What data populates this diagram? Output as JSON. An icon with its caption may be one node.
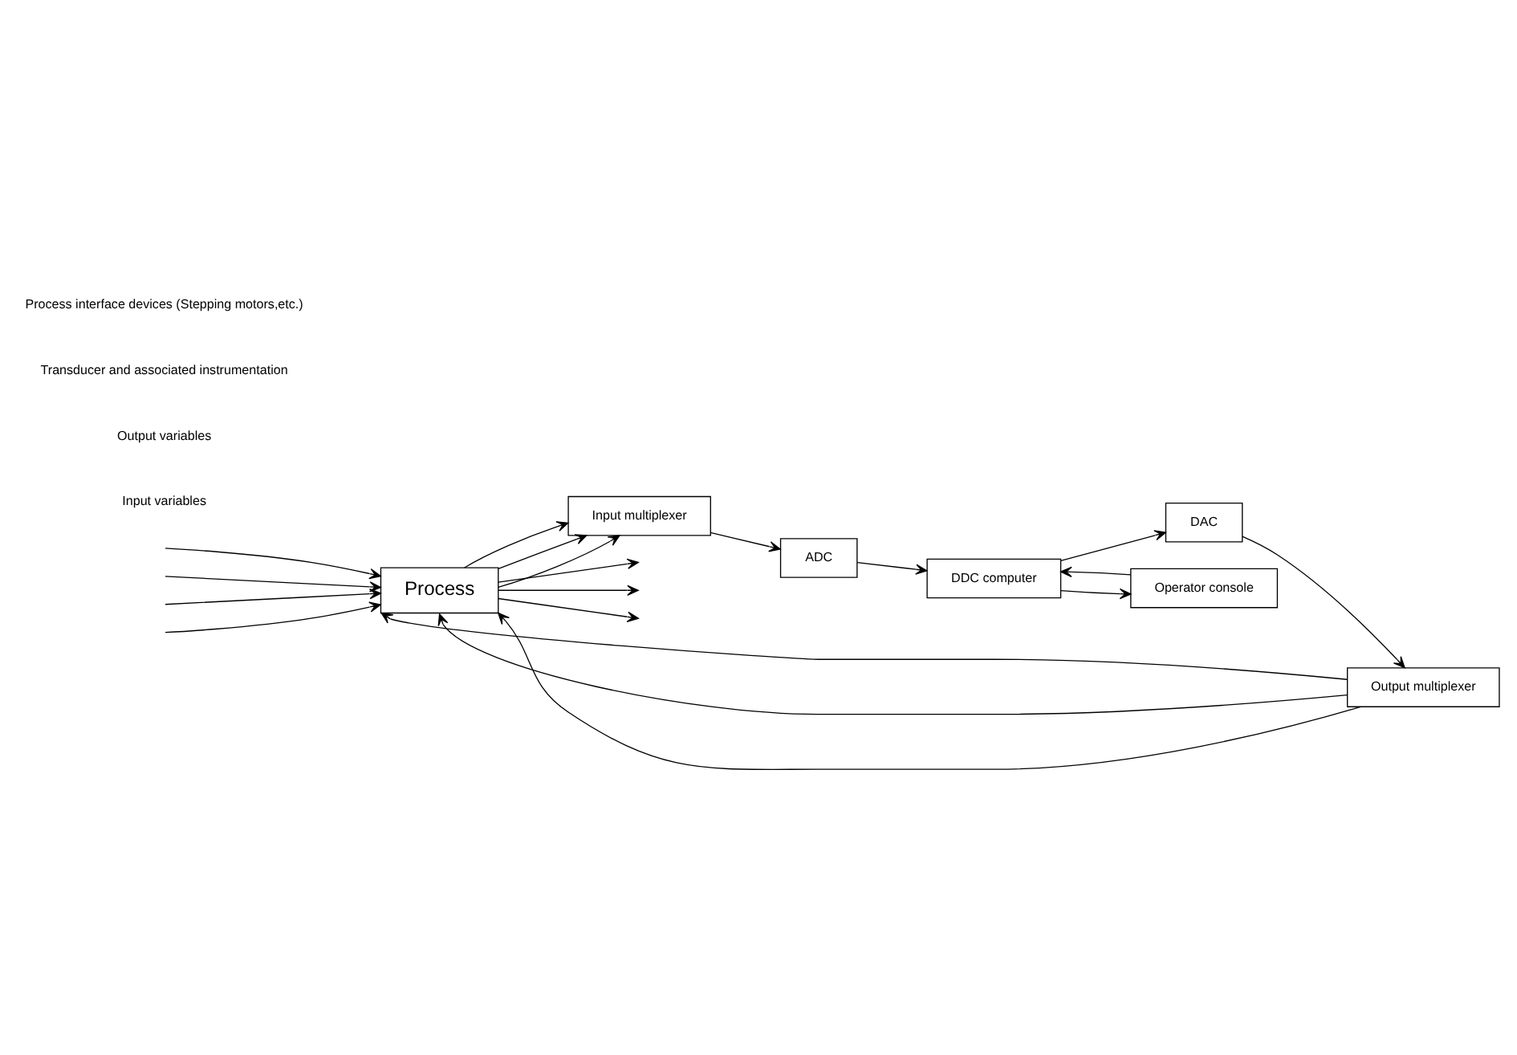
{
  "diagram": {
    "nodes": [
      {
        "text": [
          "Process"
        ]
      },
      {
        "text": [
          "Output multiplexer"
        ]
      },
      {
        "text": [
          "Input multiplexer"
        ]
      },
      {
        "text": [
          "DAC"
        ]
      },
      {
        "text": [
          "ADC"
        ]
      },
      {
        "text": [
          "DDC computer"
        ]
      },
      {
        "text": [
          "Operator console"
        ]
      }
    ],
    "edges": [
      {
        "from": null,
        "to": 0,
        "arrow": "to"
      },
      {
        "from": null,
        "to": 0,
        "arrow": "to"
      },
      {
        "from": null,
        "to": 0,
        "arrow": "to"
      },
      {
        "from": null,
        "to": 0,
        "arrow": "to"
      },
      {
        "from": 0,
        "to": null,
        "arrow": "to"
      },
      {
        "from": 0,
        "to": null,
        "arrow": "to"
      },
      {
        "from": 0,
        "to": null,
        "arrow": "to"
      },
      {
        "from": 1,
        "to": 0,
        "arrow": "to"
      },
      {
        "from": 1,
        "to": 0,
        "arrow": "to"
      },
      {
        "from": 1,
        "to": 0,
        "arrow": "to"
      },
      {
        "from": 0,
        "to": 2,
        "arrow": "to"
      },
      {
        "from": 0,
        "to": 2,
        "arrow": "to"
      },
      {
        "from": 0,
        "to": 2,
        "arrow": "to"
      },
      {
        "from": 3,
        "to": 1,
        "arrow": "to"
      },
      {
        "from": 2,
        "to": 4,
        "arrow": "to"
      },
      {
        "from": 4,
        "to": 5,
        "arrow": "to"
      },
      {
        "from": 5,
        "to": 3,
        "arrow": "to"
      },
      {
        "from": 5,
        "to": 6,
        "arrow": "to"
      },
      {
        "from": 6,
        "to": 5,
        "arrow": "to"
      }
    ],
    "labels": [
      "Input variables",
      "Output variables",
      "Transducer and associated instrumentation",
      "Process interface devices (Stepping motors,etc.)"
    ]
  }
}
